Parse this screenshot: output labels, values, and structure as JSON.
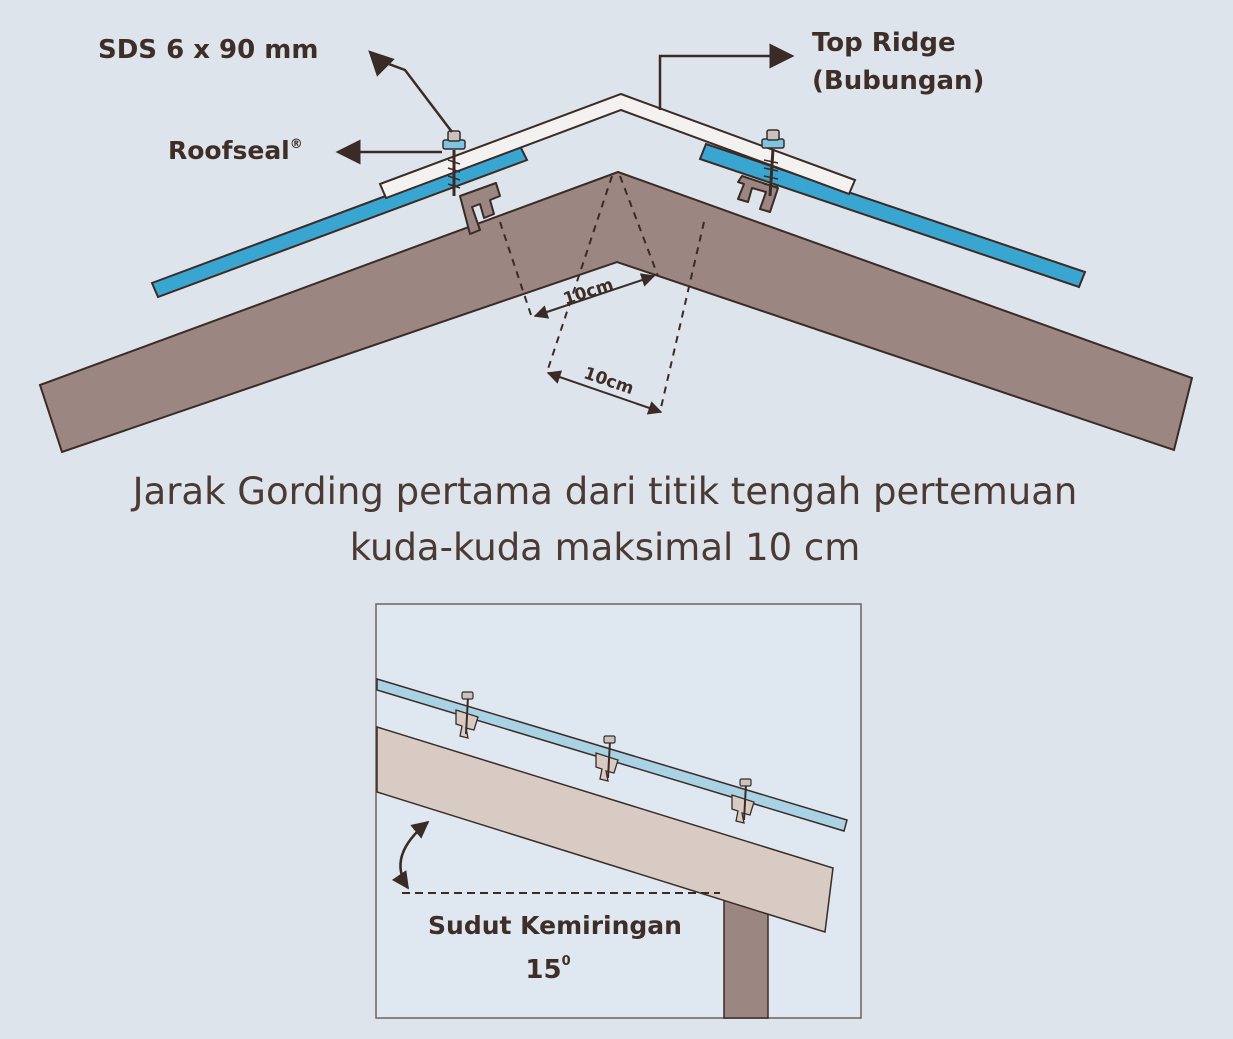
{
  "top_diagram": {
    "labels": {
      "sds": "SDS 6 x 90 mm",
      "roofseal": "Roofseal",
      "roofseal_mark": "®",
      "top_ridge_line1": "Top Ridge",
      "top_ridge_line2": "(Bubungan)",
      "dim_upper": "10cm",
      "dim_lower": "10cm"
    }
  },
  "caption": {
    "line1": "Jarak Gording pertama dari titik tengah pertemuan",
    "line2": "kuda-kuda maksimal 10 cm"
  },
  "inset_diagram": {
    "label_line1": "Sudut Kemiringan",
    "angle_value": "15",
    "angle_unit": "0"
  },
  "colors": {
    "background": "#dde4ec",
    "rafter": "#9b8681",
    "roof_sheet_blue": "#39a6d2",
    "ridge_cap": "#f4f2f0",
    "outline": "#3a2b26",
    "text": "#3e2e27",
    "inset_sheet_blue": "#a9d3e4",
    "inset_rafter": "#d7cbc4"
  }
}
